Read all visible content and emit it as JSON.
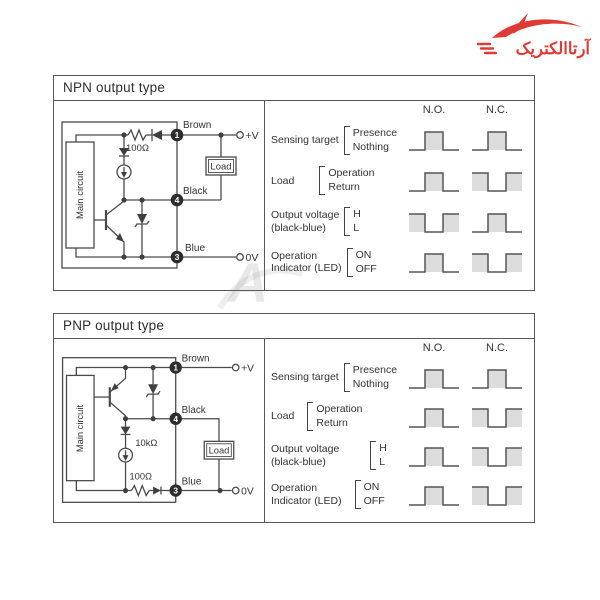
{
  "logo": {
    "text": "آرتاالکتریک"
  },
  "watermark": {
    "letter": "A"
  },
  "colors": {
    "logo_red": "#df3b36",
    "wave_shade": "#dcdcdc",
    "wave_line": "#555555",
    "ink": "#3a3a3a"
  },
  "panels": [
    {
      "title": "NPN output type",
      "circuit": {
        "main_box": "Main circuit",
        "wires": {
          "brown": "Brown",
          "black": "Black",
          "blue": "Blue"
        },
        "terminals": {
          "t1": "1",
          "t4": "4",
          "t3": "3"
        },
        "resistor": "100Ω",
        "load": "Load",
        "v_plus": "+V",
        "v_zero": "0V"
      },
      "timing": {
        "headers": [
          "N.O.",
          "N.C."
        ],
        "rows": [
          {
            "label": "Sensing target",
            "options": [
              "Presence",
              "Nothing"
            ],
            "no": "pulse",
            "nc": "pulse"
          },
          {
            "label": "Load",
            "options": [
              "Operation",
              "Return"
            ],
            "no": "pulse",
            "nc": "inverted"
          },
          {
            "label": "Output voltage",
            "sublabel": "(black-blue)",
            "options": [
              "H",
              "L"
            ],
            "no": "inverted",
            "nc": "pulse"
          },
          {
            "label": "Operation",
            "sublabel": "Indicator (LED)",
            "options": [
              "ON",
              "OFF"
            ],
            "no": "pulse",
            "nc": "inverted"
          }
        ]
      }
    },
    {
      "title": "PNP output type",
      "circuit": {
        "main_box": "Main circuit",
        "wires": {
          "brown": "Brown",
          "black": "Black",
          "blue": "Blue"
        },
        "terminals": {
          "t1": "1",
          "t4": "4",
          "t3": "3"
        },
        "resistor_top": "10kΩ",
        "resistor_bottom": "100Ω",
        "load": "Load",
        "v_plus": "+V",
        "v_zero": "0V"
      },
      "timing": {
        "headers": [
          "N.O.",
          "N.C."
        ],
        "rows": [
          {
            "label": "Sensing target",
            "options": [
              "Presence",
              "Nothing"
            ],
            "no": "pulse",
            "nc": "pulse"
          },
          {
            "label": "Load",
            "options": [
              "Operation",
              "Return"
            ],
            "no": "pulse",
            "nc": "inverted"
          },
          {
            "label": "Output voltage",
            "sublabel": "(black-blue)",
            "options": [
              "H",
              "L"
            ],
            "no": "pulse",
            "nc": "inverted"
          },
          {
            "label": "Operation",
            "sublabel": "Indicator (LED)",
            "options": [
              "ON",
              "OFF"
            ],
            "no": "pulse",
            "nc": "inverted"
          }
        ]
      }
    }
  ]
}
